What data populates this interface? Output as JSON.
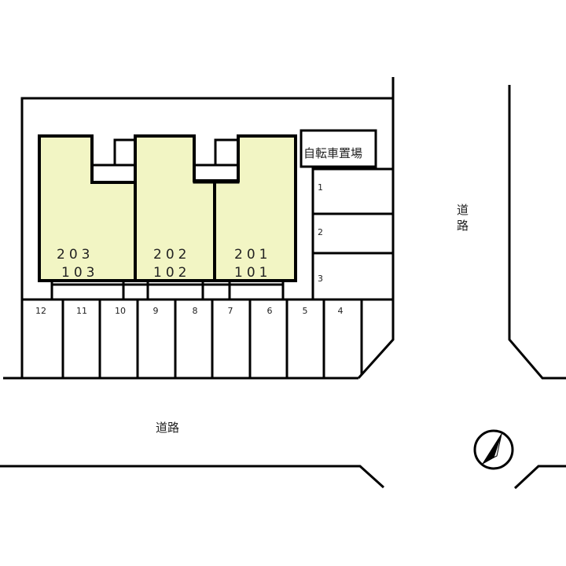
{
  "units": [
    {
      "upper": "203",
      "lower": "103"
    },
    {
      "upper": "202",
      "lower": "102"
    },
    {
      "upper": "201",
      "lower": "101"
    }
  ],
  "bike_parking": "自転車置場",
  "parking_bottom": [
    "12",
    "11",
    "10",
    "9",
    "8",
    "7",
    "6",
    "5",
    "4"
  ],
  "parking_right": [
    "1",
    "2",
    "3"
  ],
  "road_label": "道路",
  "road_label_vertical": [
    "道",
    "路"
  ],
  "colors": {
    "building_fill": "#f2f5c4",
    "line": "#000000"
  },
  "icons": {
    "compass": "north-arrow-icon"
  }
}
